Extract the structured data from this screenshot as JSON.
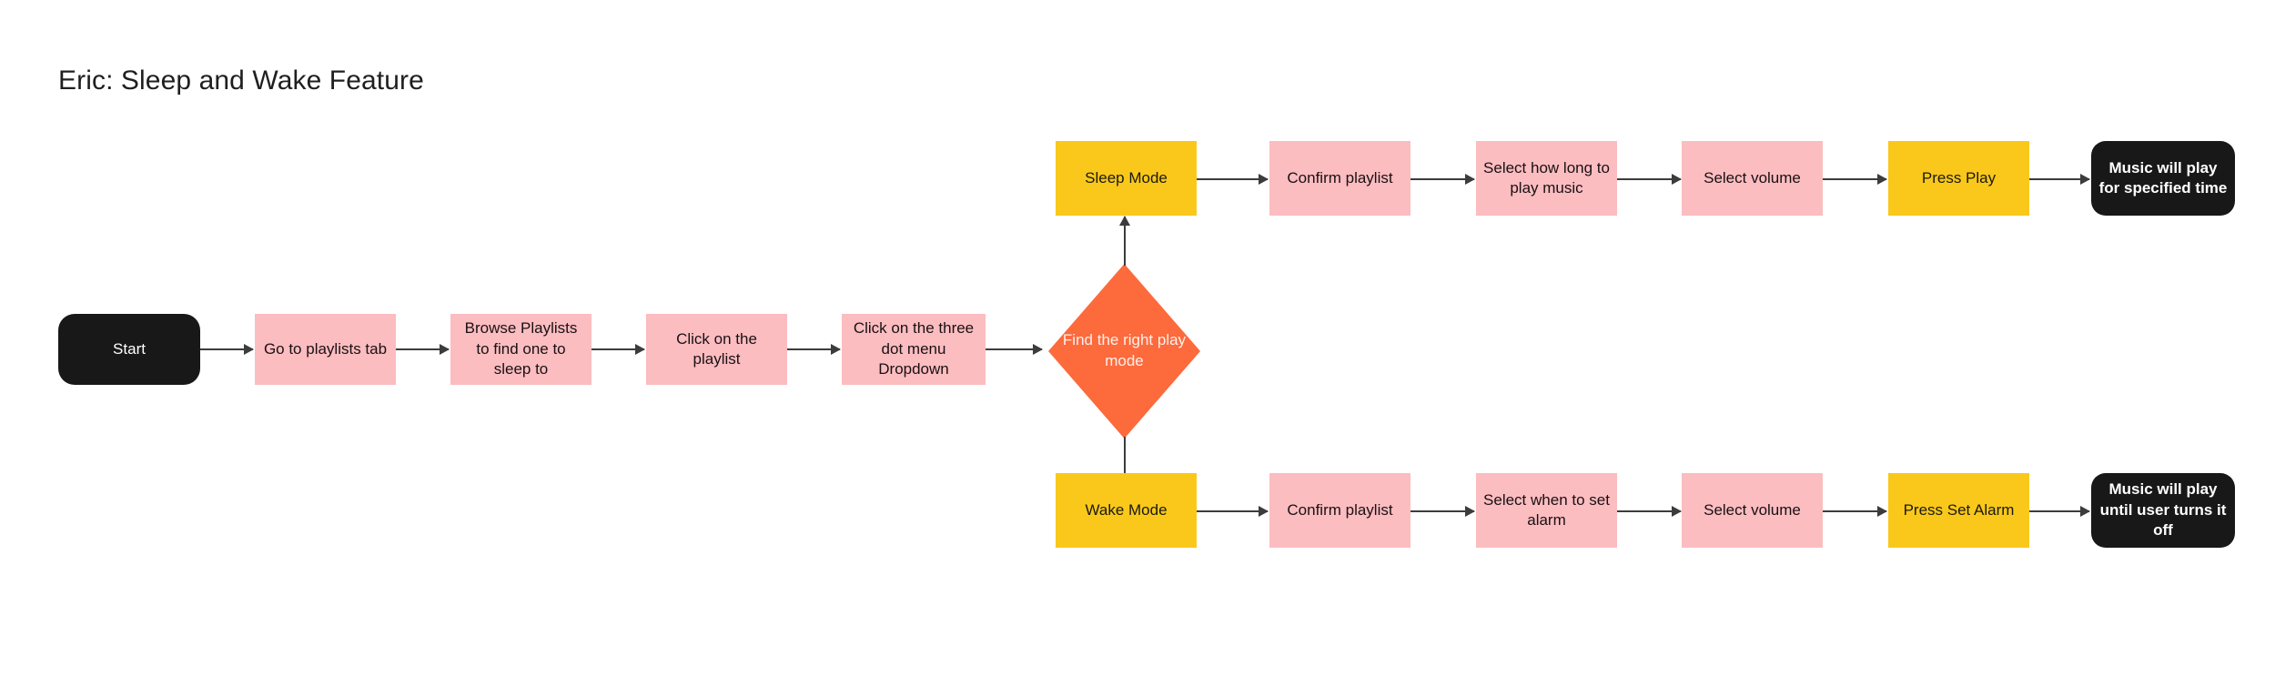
{
  "page": {
    "title": "Eric: Sleep and Wake Feature",
    "background": "#ffffff"
  },
  "colors": {
    "process": "#fbbdc0",
    "mode": "#f9c81b",
    "decision": "#fd6a3c",
    "terminal": "#181818",
    "connector": "#3c3c3c",
    "terminal_text": "#ffffff",
    "decision_text": "#fdf0ec"
  },
  "flow": {
    "main": {
      "start": "Start",
      "steps": [
        "Go to playlists tab",
        "Browse Playlists to find one to sleep to",
        "Click on the playlist",
        "Click on the three dot menu Dropdown"
      ],
      "decision": "Find the right play mode"
    },
    "sleep_branch": {
      "mode": "Sleep Mode",
      "steps": [
        "Confirm playlist",
        "Select how long to play music",
        "Select volume"
      ],
      "action": "Press Play",
      "outcome": "Music will play for specified time"
    },
    "wake_branch": {
      "mode": "Wake Mode",
      "steps": [
        "Confirm playlist",
        "Select when to set alarm",
        "Select volume"
      ],
      "action": "Press Set Alarm",
      "outcome": "Music will play until user turns it off"
    }
  }
}
